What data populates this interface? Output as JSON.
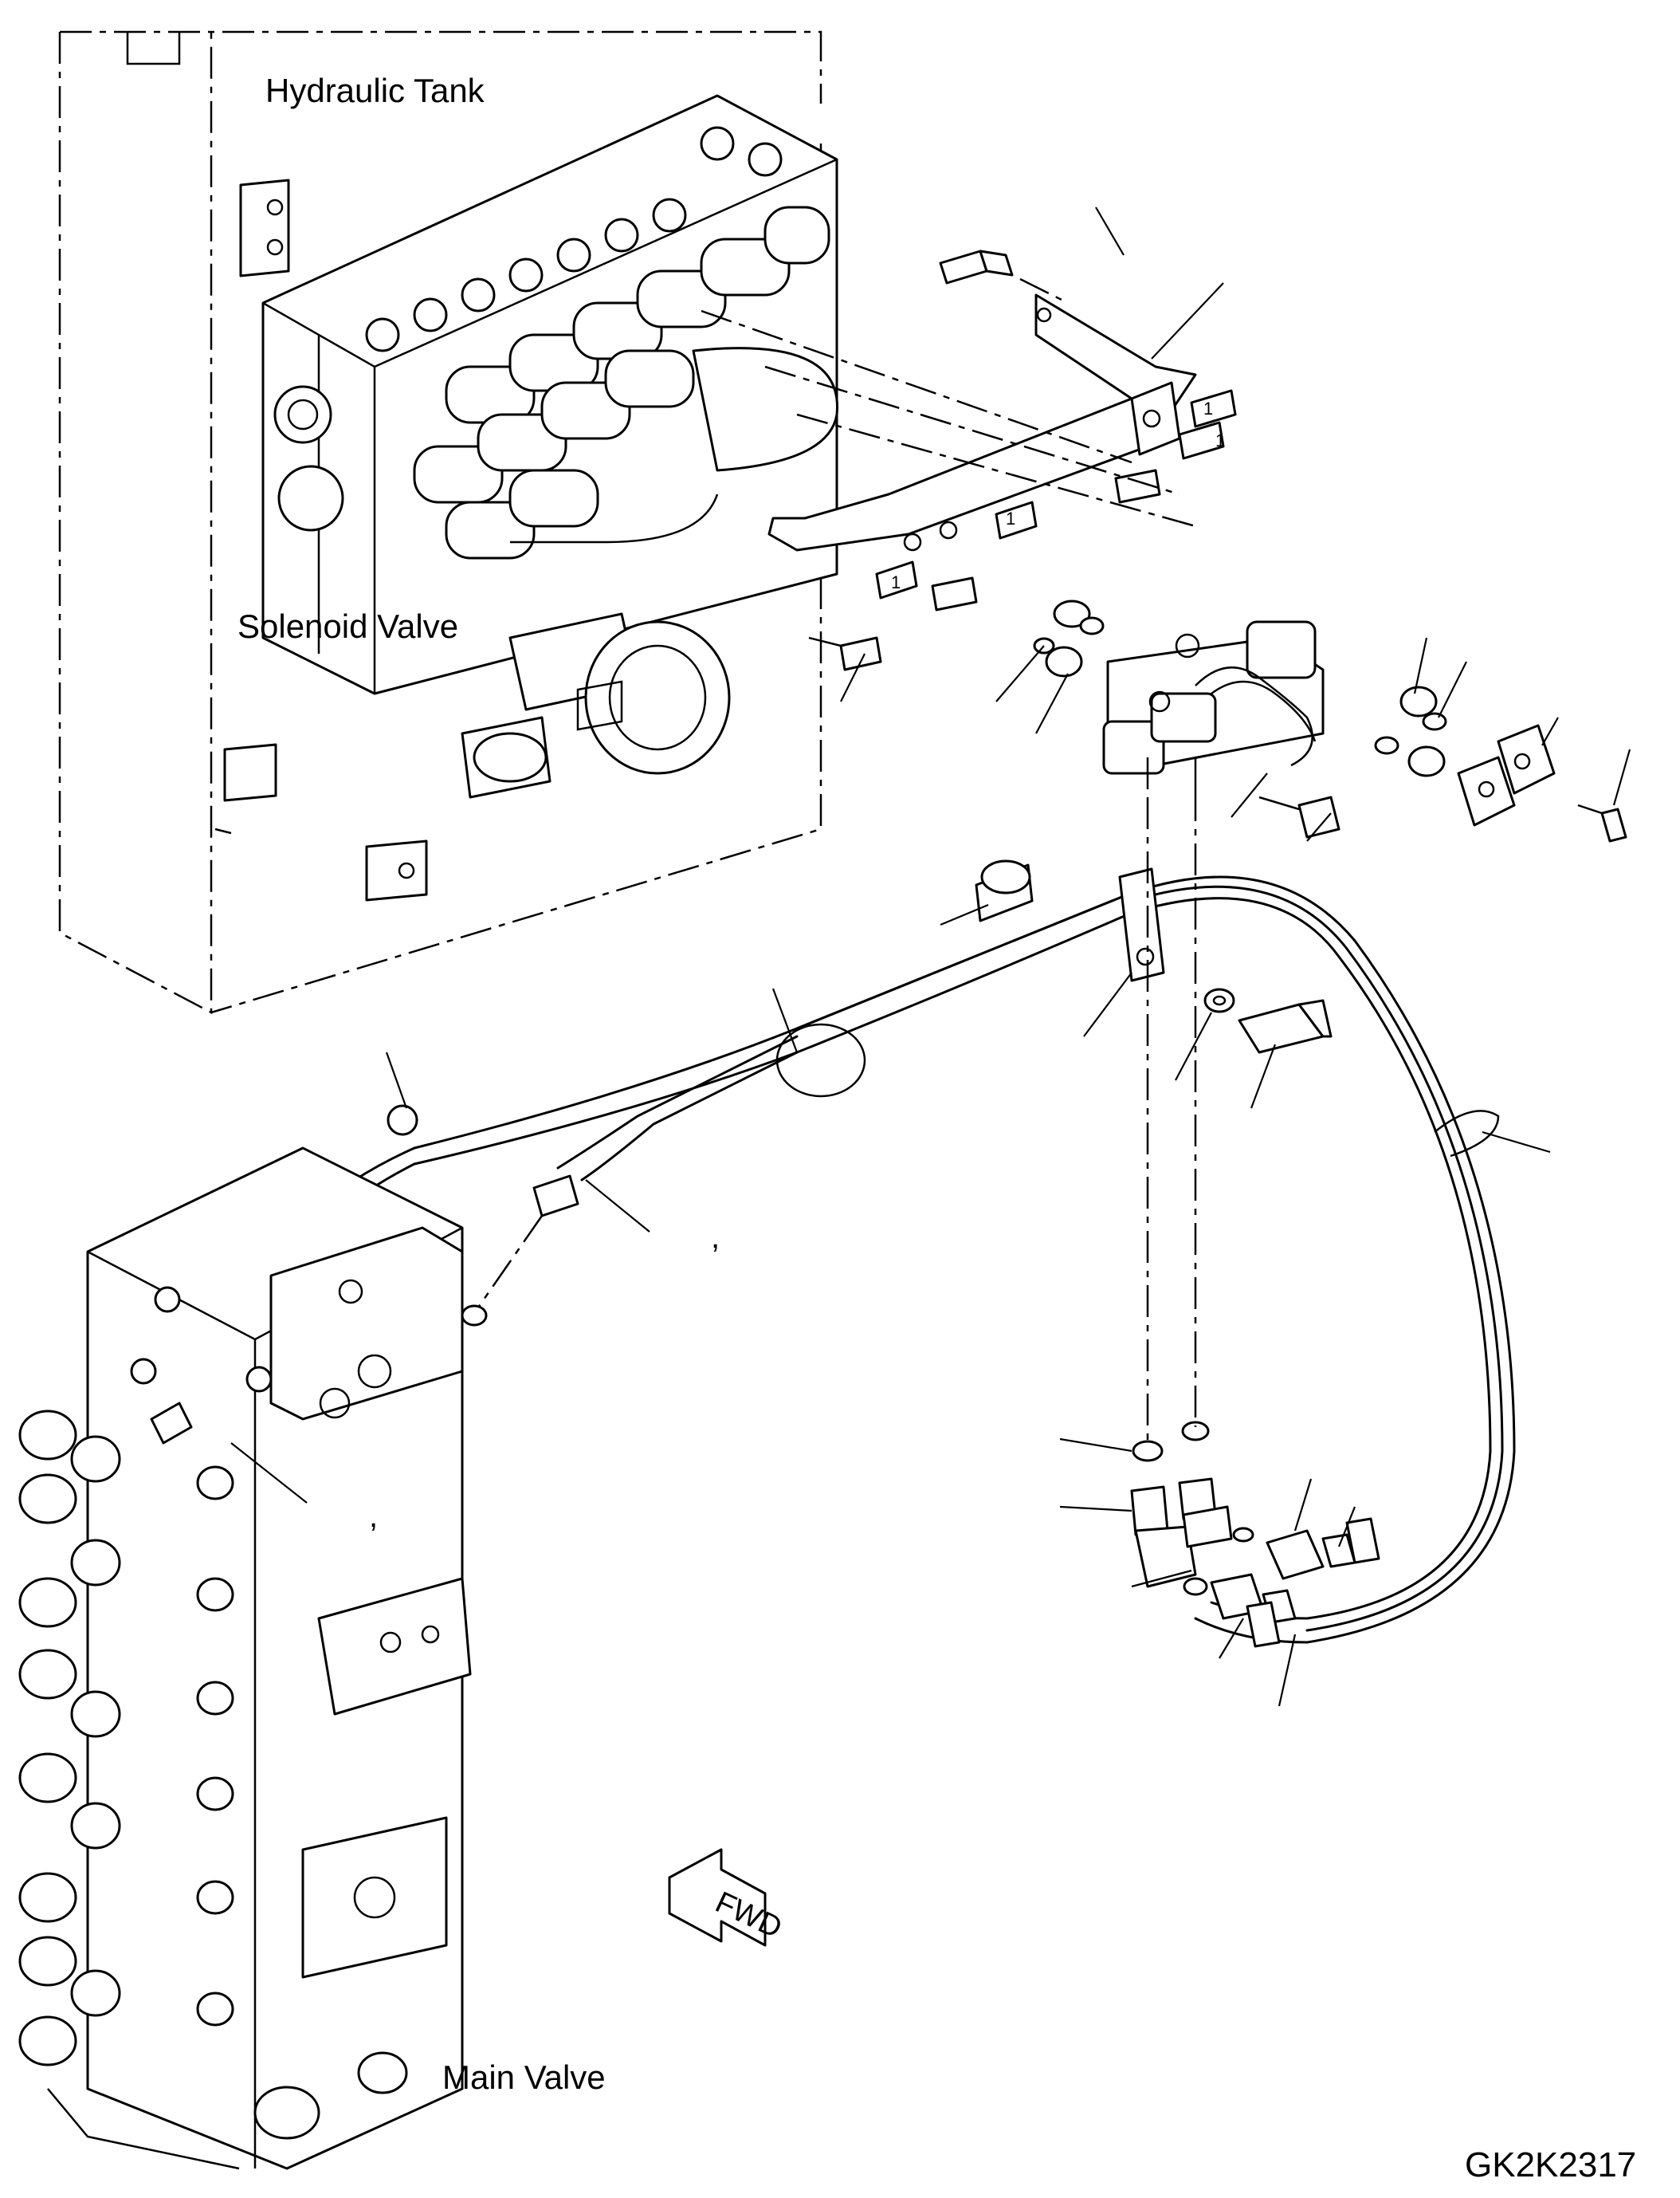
{
  "labels": {
    "hydraulic_tank": "Hydraulic Tank",
    "solenoid_valve": "Solenoid Valve",
    "main_valve": "Main Valve",
    "drawing_number": "GK2K2317",
    "forward_arrow": "FWD",
    "bracket_mark": "1",
    "callout_comma": ","
  },
  "colors": {
    "line": "#000000",
    "background": "#ffffff"
  }
}
